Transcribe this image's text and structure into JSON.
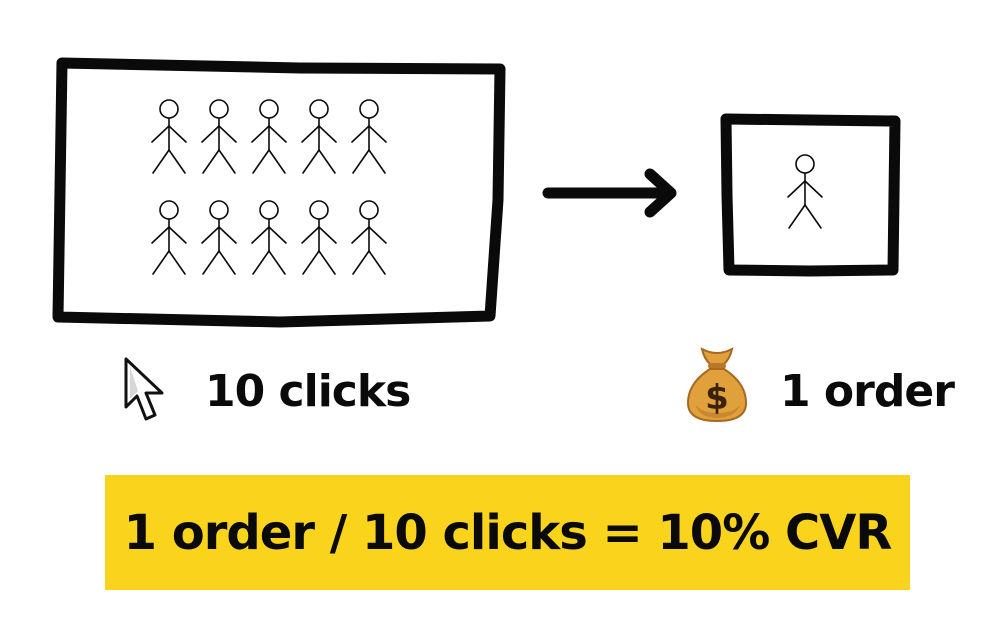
{
  "colors": {
    "ink": "#0a0a0a",
    "banner": "#fad41c",
    "bag_body": "#e0a13c",
    "bag_shadow": "#b8772a",
    "dollar": "#3a2208"
  },
  "icons": {
    "cursor": "mouse-pointer-icon",
    "money": "money-bag-icon",
    "arrow": "right-arrow-icon",
    "person": "stick-figure-icon"
  },
  "visitors": {
    "count": 10,
    "caption": "10 clicks"
  },
  "customers": {
    "count": 1,
    "caption": "1 order"
  },
  "formula": {
    "text": "1 order / 10 clicks = 10% CVR"
  }
}
